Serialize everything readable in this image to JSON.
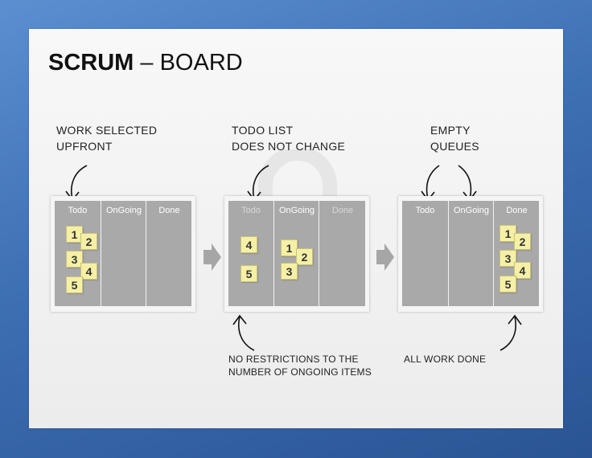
{
  "title": {
    "bold": "SCRUM",
    "rest": " – BOARD"
  },
  "captions": {
    "work_selected": "WORK SELECTED\nUPFRONT",
    "todo_list": "TODO LIST\nDOES NOT CHANGE",
    "empty_queues": "EMPTY\nQUEUES",
    "no_restrictions": "NO RESTRICTIONS TO THE\nNUMBER OF ONGOING ITEMS",
    "all_work_done": "ALL WORK DONE"
  },
  "columns": [
    "Todo",
    "OnGoing",
    "Done"
  ],
  "boards": [
    {
      "todo": [
        "1",
        "2",
        "3",
        "4",
        "5"
      ],
      "ongoing": [],
      "done": []
    },
    {
      "todo": [
        "4",
        "5"
      ],
      "ongoing": [
        "1",
        "2",
        "3"
      ],
      "done": []
    },
    {
      "todo": [],
      "ongoing": [],
      "done": [
        "1",
        "2",
        "3",
        "4",
        "5"
      ]
    }
  ],
  "colors": {
    "note_fill": "#f5f0a6",
    "board_fill": "#a9a9a9",
    "background": "#3d6fb3",
    "arrow": "#a6a6a6"
  },
  "icons": [
    "curved-arrow-icon",
    "chevron-arrow-icon",
    "lock-icon"
  ]
}
